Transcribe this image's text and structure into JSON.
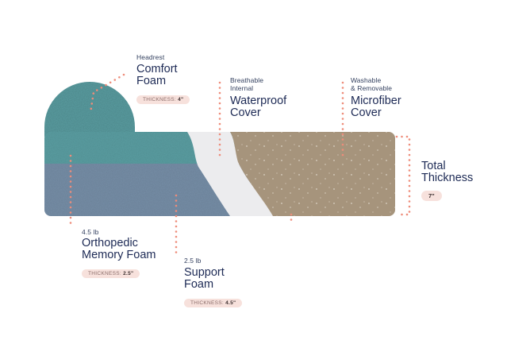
{
  "colors": {
    "comfort_foam": "#5b9fa3",
    "memory_foam": "#778fa8",
    "cover": "#ececee",
    "microfiber": "#a6947c",
    "leader_dots": "#ee8c7a",
    "pill_bg": "#f7e1dc",
    "text": "#1d2a55"
  },
  "labels": {
    "headrest": {
      "kicker": "Headrest",
      "title_line1": "Comfort",
      "title_line2": "Foam",
      "thickness_label": "THICKNESS:",
      "thickness_value": "4\""
    },
    "waterproof": {
      "kicker_line1": "Breathable",
      "kicker_line2": "Internal",
      "title_line1": "Waterproof",
      "title_line2": "Cover"
    },
    "microfiber": {
      "kicker_line1": "Washable",
      "kicker_line2": "& Removable",
      "title_line1": "Microfiber",
      "title_line2": "Cover"
    },
    "total": {
      "title_line1": "Total",
      "title_line2": "Thickness",
      "value": "7\""
    },
    "memory": {
      "kicker": "4.5 lb",
      "title_line1": "Orthopedic",
      "title_line2": "Memory Foam",
      "thickness_label": "THICKNESS:",
      "thickness_value": "2.5\""
    },
    "support": {
      "kicker": "2.5 lb",
      "title_line1": "Support",
      "title_line2": "Foam",
      "thickness_label": "THICKNESS:",
      "thickness_value": "4.5\""
    }
  }
}
